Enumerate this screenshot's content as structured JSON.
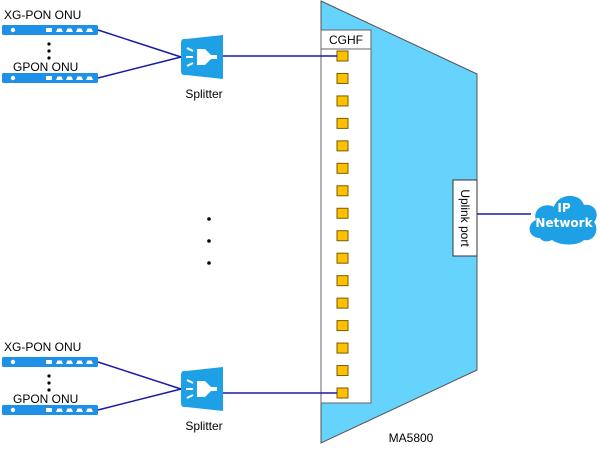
{
  "colors": {
    "link": "#1a1aa6",
    "olt_fill": "#66d3fd",
    "olt_stroke": "#555555",
    "port_fill": "#ffc000",
    "port_stroke": "#7a5c00",
    "device_blue": "#1ea0e6",
    "onu_blue": "#1e90e6"
  },
  "olt": {
    "name": "MA5800",
    "board_label": "CGHF",
    "port_count": 16,
    "uplink_label": "Uplink port"
  },
  "network": {
    "line1": "IP",
    "line2": "Network"
  },
  "groups": [
    {
      "onu_top_label": "XG-PON ONU",
      "onu_bottom_label": "GPON ONU",
      "splitter_label": "Splitter",
      "connected_port_index": 0
    },
    {
      "onu_top_label": "XG-PON ONU",
      "onu_bottom_label": "GPON ONU",
      "splitter_label": "Splitter",
      "connected_port_index": 15
    }
  ],
  "ellipsis": "..."
}
